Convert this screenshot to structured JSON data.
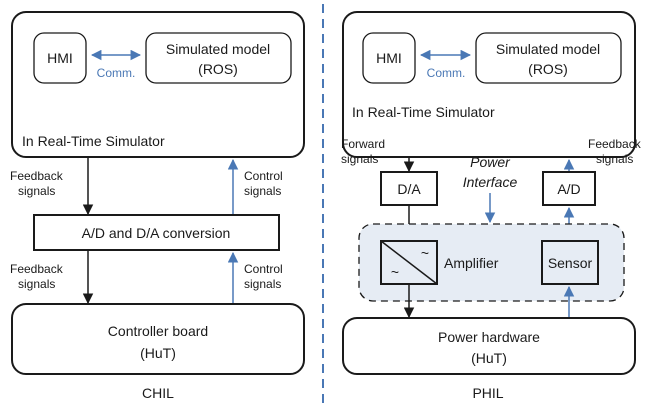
{
  "colors": {
    "black_arrow": "#1a1a1a",
    "blue_arrow": "#4a78b5",
    "interface_fill": "#e6ecf4",
    "divider": "#4a78b5"
  },
  "chil": {
    "caption": "CHIL",
    "hmi": "HMI",
    "comm": "Comm.",
    "model_line1": "Simulated model",
    "model_line2": "(ROS)",
    "simulator_label": "In Real-Time Simulator",
    "feedback_top_1": "Feedback",
    "feedback_top_2": "signals",
    "control_top_1": "Control",
    "control_top_2": "signals",
    "conversion": "A/D and D/A conversion",
    "feedback_bottom_1": "Feedback",
    "feedback_bottom_2": "signals",
    "control_bottom_1": "Control",
    "control_bottom_2": "signals",
    "controller_line1": "Controller board",
    "controller_line2": "(HuT)"
  },
  "phil": {
    "caption": "PHIL",
    "hmi": "HMI",
    "comm": "Comm.",
    "model_line1": "Simulated model",
    "model_line2": "(ROS)",
    "simulator_label": "In Real-Time Simulator",
    "forward_1": "Forward",
    "forward_2": "signals",
    "feedback_1": "Feedback",
    "feedback_2": "signals",
    "da": "D/A",
    "ad": "A/D",
    "power_interface_1": "Power",
    "power_interface_2": "Interface",
    "amplifier": "Amplifier",
    "sensor": "Sensor",
    "power_hw_line1": "Power hardware",
    "power_hw_line2": "(HuT)"
  }
}
